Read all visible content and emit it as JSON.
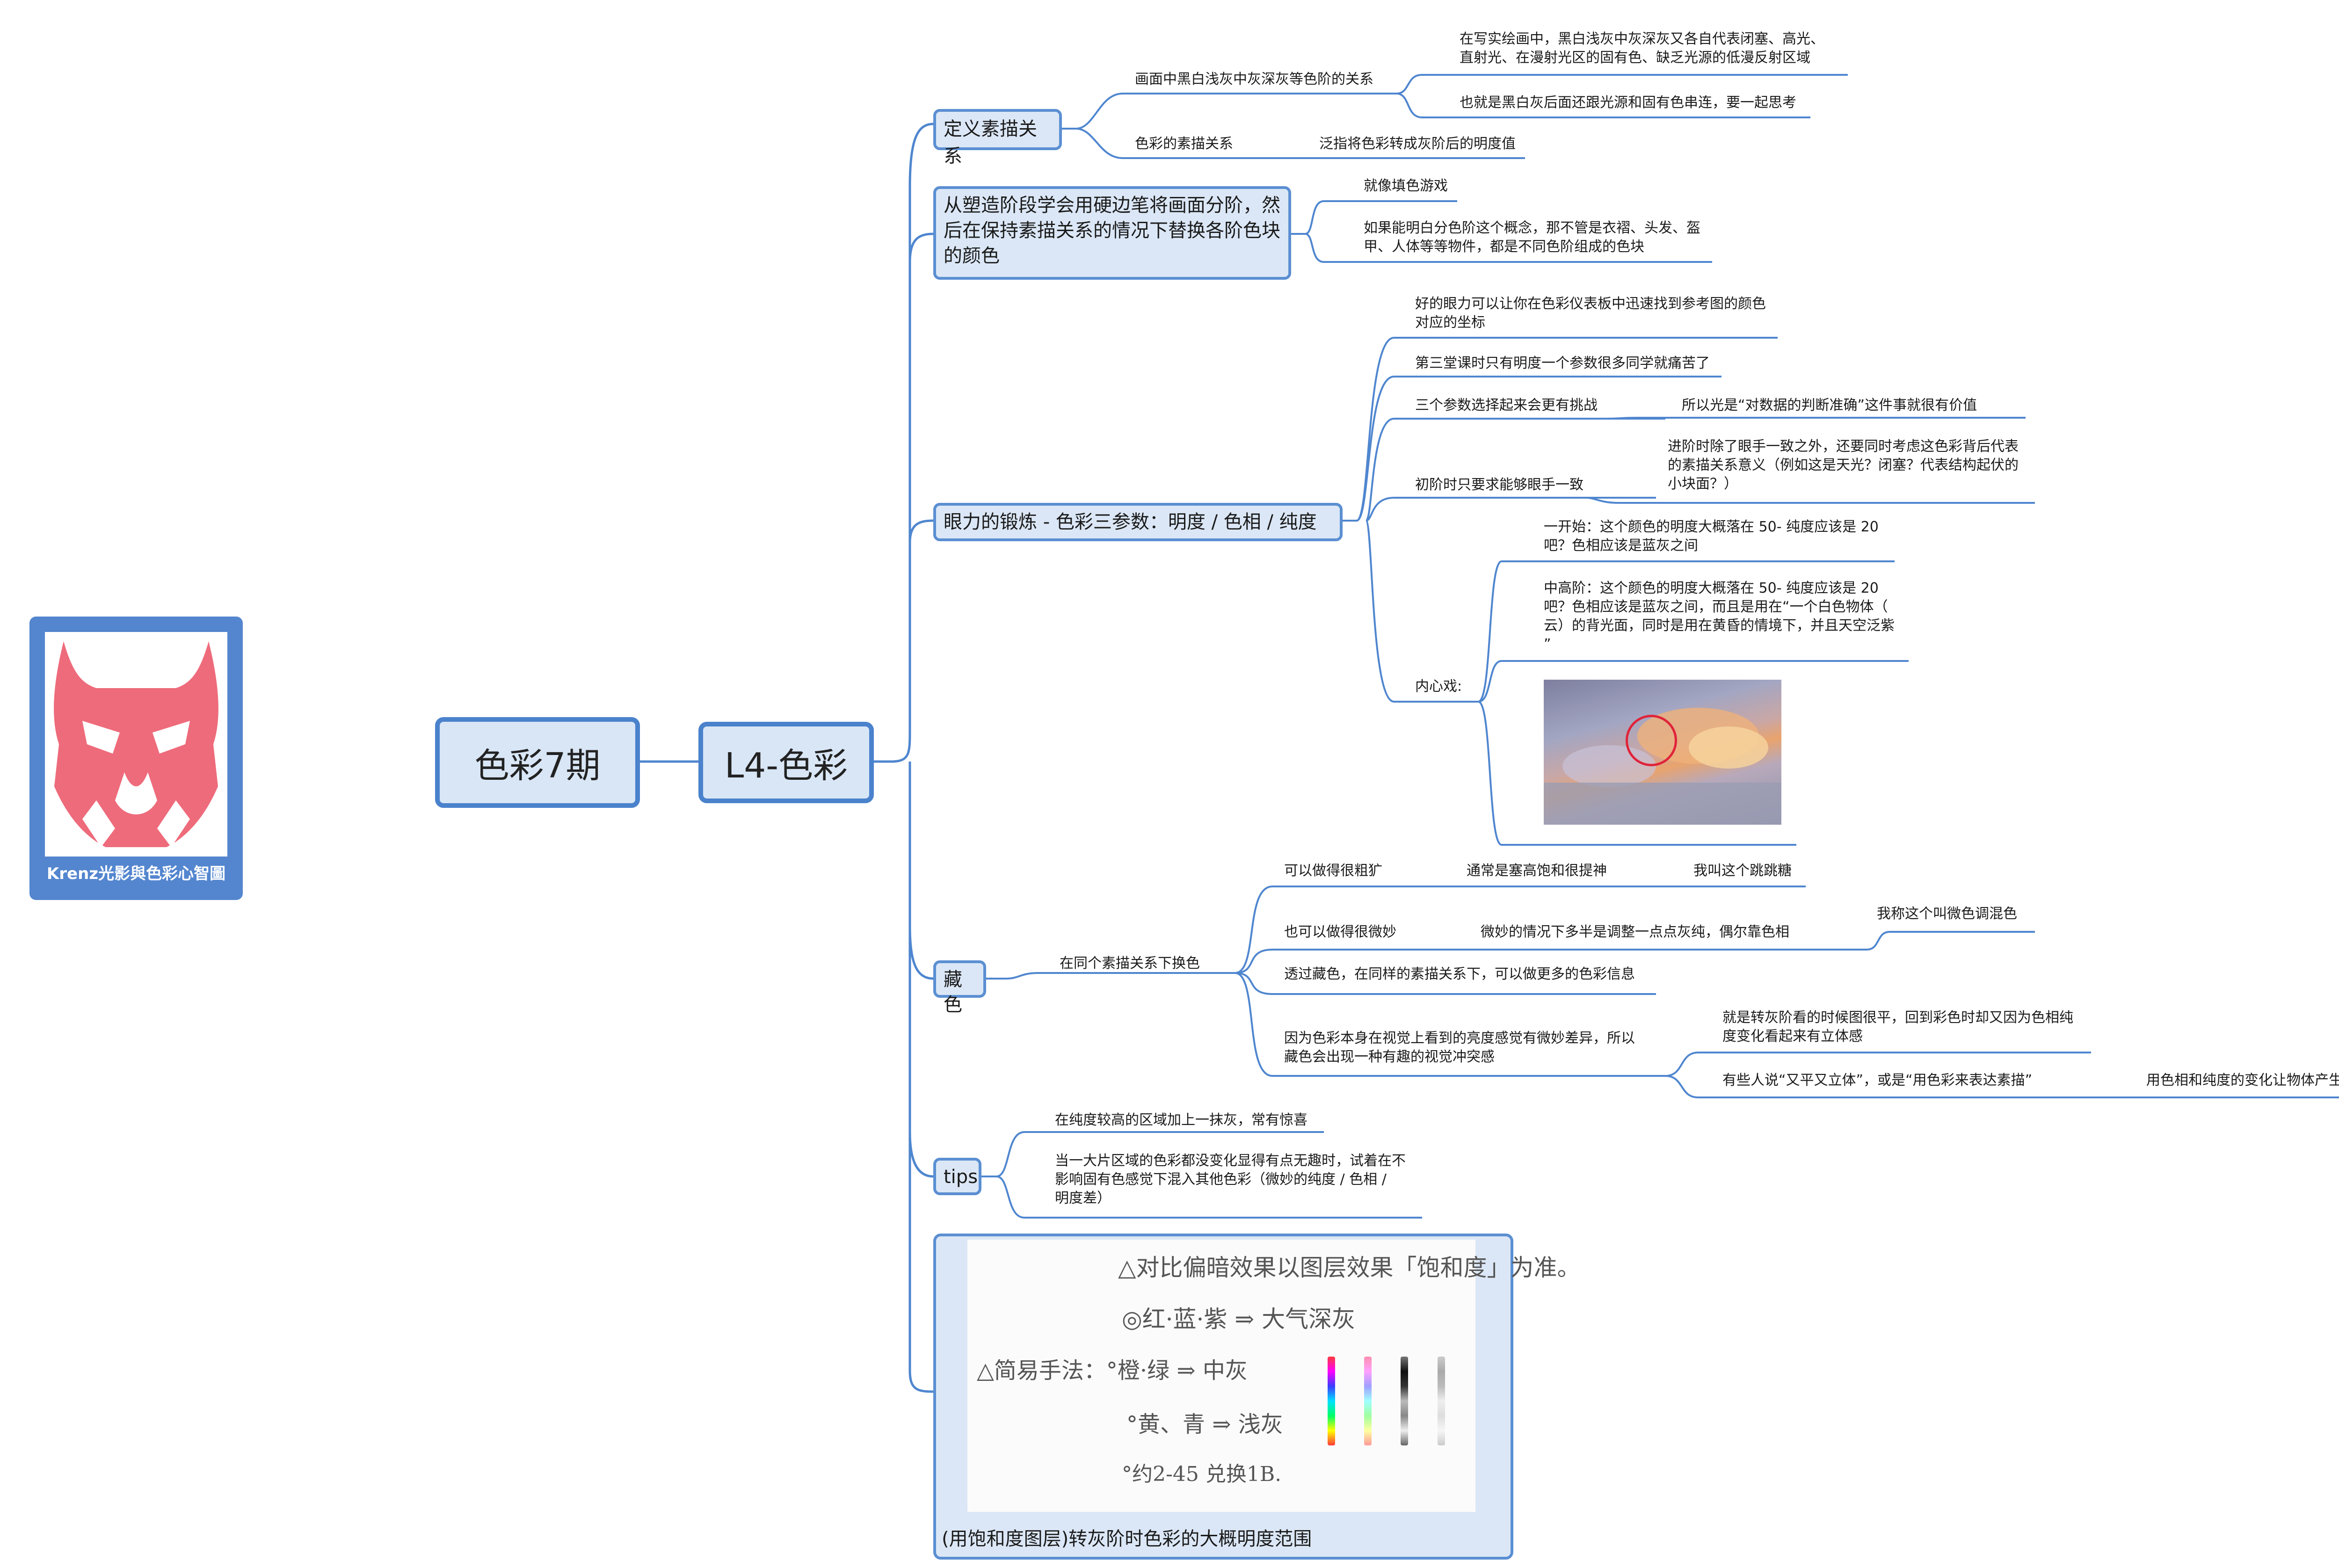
{
  "logo": {
    "caption": "Krenz光影與色彩心智圖",
    "icon": "demon-mascot-icon",
    "brand_color": "#5486cf",
    "mascot_color": "#ee6b7b"
  },
  "root": {
    "title": "色彩7期"
  },
  "main": {
    "title": "L4-色彩"
  },
  "topics": {
    "t1": {
      "title": "定义素描关系",
      "a": "画面中黑白浅灰中灰深灰等色阶的关系",
      "a1": "在写实绘画中，黑白浅灰中灰深灰又各自代表闭塞、高光、\n直射光、在漫射光区的固有色、缺乏光源的低漫反射区域",
      "a2": "也就是黑白灰后面还跟光源和固有色串连，要一起思考",
      "b": "色彩的素描关系",
      "b1": "泛指将色彩转成灰阶后的明度值"
    },
    "t2": {
      "title": "从塑造阶段学会用硬边笔将画面分阶，然\n后在保持素描关系的情况下替换各阶色块\n的颜色",
      "a": "就像填色游戏",
      "b": "如果能明白分色阶这个概念，那不管是衣褶、头发、盔\n甲、人体等等物件，都是不同色阶组成的色块"
    },
    "t3": {
      "title": "眼力的锻炼 - 色彩三参数：明度 / 色相 / 纯度",
      "a": "好的眼力可以让你在色彩仪表板中迅速找到参考图的颜色\n对应的坐标",
      "b": "第三堂课时只有明度一个参数很多同学就痛苦了",
      "c": "三个参数选择起来会更有挑战",
      "c1": "所以光是“对数据的判断准确”这件事就很有价值",
      "d": "初阶时只要求能够眼手一致",
      "d1": "进阶时除了眼手一致之外，还要同时考虑这色彩背后代表\n的素描关系意义（例如这是天光？闭塞？代表结构起伏的\n小块面？）",
      "e": "内心戏:",
      "e1": "一开始：这个颜色的明度大概落在 50- 纯度应该是 20\n吧？色相应该是蓝灰之间",
      "e2": "中高阶：这个颜色的明度大概落在 50- 纯度应该是 20\n吧？色相应该是蓝灰之间，而且是用在“一个白色物体（\n云）的背光面，同时是用在黄昏的情境下，并且天空泛紫\n”"
    },
    "t4": {
      "title": "藏色",
      "a": "在同个素描关系下换色",
      "a1": "可以做得很粗犷",
      "a1a": "通常是塞高饱和很提神",
      "a1b": "我叫这个跳跳糖",
      "a2": "也可以做得很微妙",
      "a2a": "微妙的情况下多半是调整一点点灰纯，偶尔靠色相",
      "a2b": "我称这个叫微色调混色",
      "a3": "透过藏色，在同样的素描关系下，可以做更多的色彩信息",
      "a4": "因为色彩本身在视觉上看到的亮度感觉有微妙差异，所以\n藏色会出现一种有趣的视觉冲突感",
      "a4a": "就是转灰阶看的时候图很平，回到彩色时却又因为色相纯\n度变化看起来有立体感",
      "a4b": "有些人说“又平又立体”，或是“用色彩来表达素描”",
      "a4c": "用色相和纯度的变化让物体产生亮暗错觉"
    },
    "t5": {
      "title": "tips",
      "a": "在纯度较高的区域加上一抹灰，常有惊喜",
      "b": "当一大片区域的色彩都没变化显得有点无趣时，试着在不\n影响固有色感觉下混入其他色彩（微妙的纯度 / 色相 /\n明度差）"
    },
    "t6": {
      "caption": "(用饱和度图层)转灰阶时色彩的大概明度范围",
      "hw1": "△对比偏暗效果以图层效果「饱和度」为准。",
      "hw2": "◎红·蓝·紫 ⇒ 大气深灰",
      "hw3": "△简易手法：°橙·绿 ⇒ 中灰",
      "hw4": "°黄、青 ⇒ 浅灰",
      "hw5": "°约2-45 兑换1B."
    }
  },
  "colors": {
    "line": "#4f86cf",
    "box_fill": "#dbe7f6",
    "box_border": "#5b8fd2"
  }
}
